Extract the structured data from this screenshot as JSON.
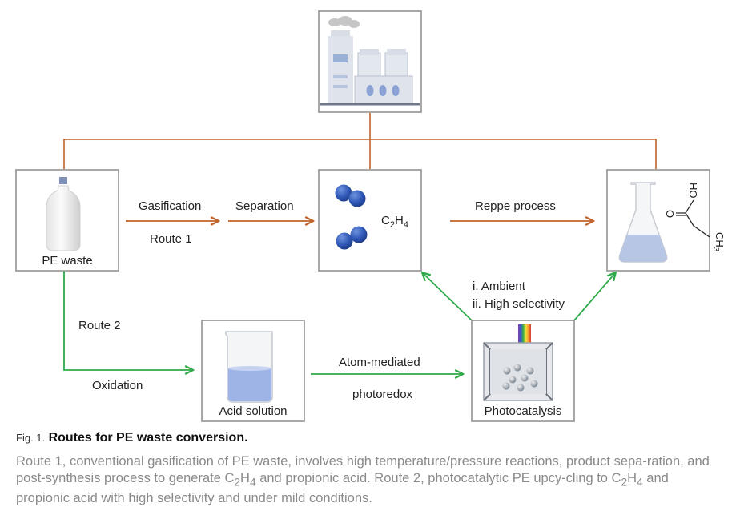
{
  "boxes": {
    "pe_waste": "PE waste",
    "ethylene_main": "C",
    "ethylene_sub1": "2",
    "ethylene_mid": "H",
    "ethylene_sub2": "4",
    "acid_solution": "Acid solution",
    "photocatalysis": "Photocatalysis"
  },
  "molecule": {
    "ho": "HO",
    "o": "O",
    "ch": "CH",
    "ch_sub": "3"
  },
  "labels": {
    "gasification": "Gasification",
    "separation": "Separation",
    "route1": "Route 1",
    "reppe": "Reppe process",
    "route2": "Route 2",
    "oxidation": "Oxidation",
    "atom_mediated": "Atom-mediated",
    "photoredox": "photoredox",
    "ambient": "i. Ambient",
    "selectivity": "ii. High selectivity"
  },
  "caption": {
    "fig_label": "Fig. 1.",
    "title": "Routes for PE waste conversion.",
    "body_p1": "Route 1, conventional gasification of PE waste, involves high temperature/pressure reactions, product sepa-ration, and post-synthesis process to generate C",
    "body_sub1": "2",
    "body_p2": "H",
    "body_sub2": "4",
    "body_p3": " and propionic acid. Route 2, photocatalytic PE upcy-cling to C",
    "body_sub3": "2",
    "body_p4": "H",
    "body_sub4": "4",
    "body_p5": " and propionic acid with high selectivity and under mild conditions."
  },
  "colors": {
    "route1": "#c0622a",
    "route2": "#2faa4a",
    "box_border": "#a8a8a8",
    "sphere": "#2f58b6"
  }
}
